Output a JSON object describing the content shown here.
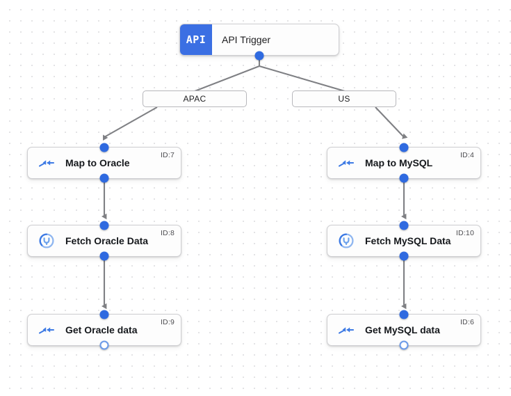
{
  "canvas": {
    "background_color": "#ffffff",
    "grid_dot_color": "#e3e3e5",
    "accent_color": "#2f6ae0",
    "edge_color": "#7f8084"
  },
  "trigger": {
    "badge_text": "API",
    "title": "API Trigger",
    "badge_color": "#3b6fe3"
  },
  "branches": [
    {
      "label": "APAC"
    },
    {
      "label": "US"
    }
  ],
  "nodes": [
    {
      "id_label": "ID:7",
      "label": "Map to Oracle",
      "icon": "merge-arrows-icon",
      "in_port": "filled",
      "out_port": "filled"
    },
    {
      "id_label": "ID:8",
      "label": "Fetch Oracle Data",
      "icon": "connector-plug-icon",
      "in_port": "filled",
      "out_port": "filled"
    },
    {
      "id_label": "ID:9",
      "label": "Get Oracle data",
      "icon": "merge-arrows-icon",
      "in_port": "filled",
      "out_port": "hollow"
    },
    {
      "id_label": "ID:4",
      "label": "Map to MySQL",
      "icon": "merge-arrows-icon",
      "in_port": "filled",
      "out_port": "filled"
    },
    {
      "id_label": "ID:10",
      "label": "Fetch MySQL Data",
      "icon": "connector-plug-icon",
      "in_port": "filled",
      "out_port": "filled"
    },
    {
      "id_label": "ID:6",
      "label": "Get MySQL data",
      "icon": "merge-arrows-icon",
      "in_port": "filled",
      "out_port": "hollow"
    }
  ]
}
